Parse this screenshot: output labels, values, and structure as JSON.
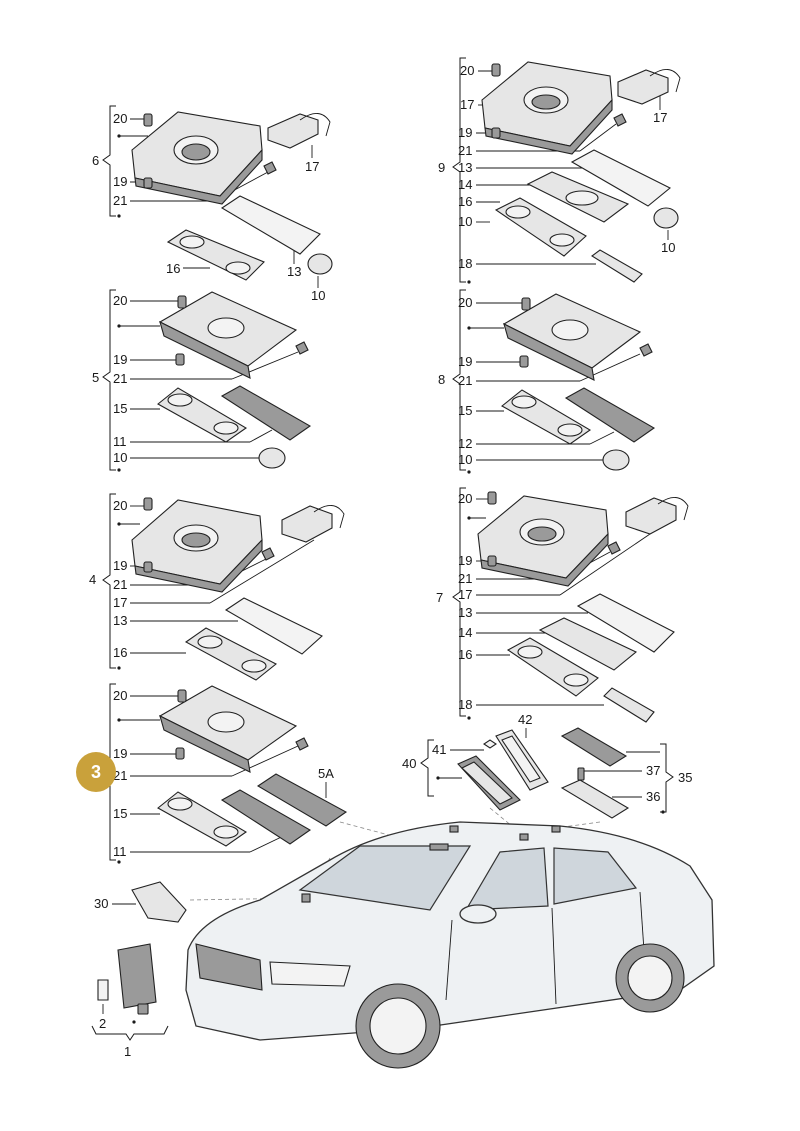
{
  "badge": {
    "number": "3",
    "color": "#c9a13b"
  },
  "callouts": {
    "g6": {
      "group": "6",
      "c20": "20",
      "c19": "19",
      "c21": "21",
      "c17": "17",
      "c16": "16",
      "c13": "13",
      "c10": "10"
    },
    "g5": {
      "group": "5",
      "c20": "20",
      "c19": "19",
      "c21": "21",
      "c15": "15",
      "c11": "11",
      "c10": "10"
    },
    "g4": {
      "group": "4",
      "c20": "20",
      "c19": "19",
      "c21": "21",
      "c17": "17",
      "c13": "13",
      "c16": "16"
    },
    "g3": {
      "c20": "20",
      "c19": "19",
      "c21": "21",
      "c5A": "5A",
      "c15": "15",
      "c11": "11"
    },
    "g9": {
      "group": "9",
      "c20": "20",
      "c17": "17",
      "c17b": "17",
      "c19": "19",
      "c21": "21",
      "c13": "13",
      "c14": "14",
      "c16": "16",
      "c10": "10",
      "c10b": "10",
      "c18": "18"
    },
    "g8": {
      "group": "8",
      "c20": "20",
      "c19": "19",
      "c21": "21",
      "c15": "15",
      "c12": "12",
      "c10": "10"
    },
    "g7": {
      "group": "7",
      "c20": "20",
      "c19": "19",
      "c21": "21",
      "c17": "17",
      "c13": "13",
      "c14": "14",
      "c16": "16",
      "c18": "18"
    },
    "misc": {
      "c42": "42",
      "c41": "41",
      "c40": "40",
      "c37": "37",
      "c35": "35",
      "c36": "36",
      "c30": "30",
      "c2": "2",
      "c1": "1"
    }
  }
}
